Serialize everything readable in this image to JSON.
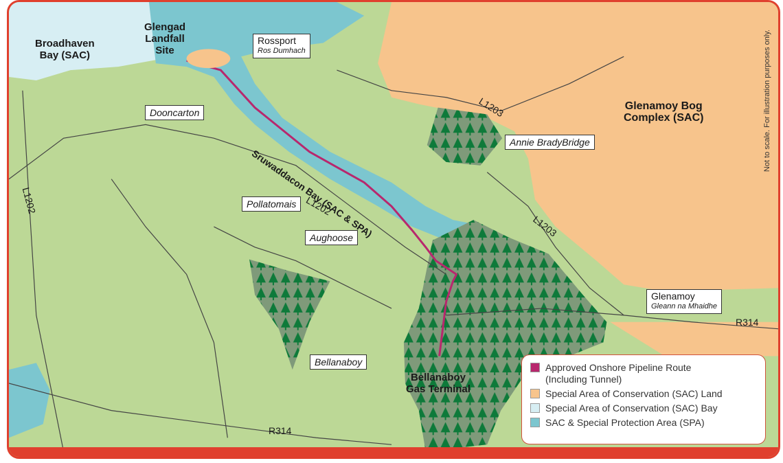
{
  "colors": {
    "land": "#bcd896",
    "sac_land": "#f7c48c",
    "sac_bay": "#d7eef3",
    "sac_spa": "#7cc6cf",
    "forest": "#7f9a7a",
    "tree": "#0e7a3a",
    "pipeline": "#b8276d",
    "frame": "#e0402e"
  },
  "labels": {
    "broadhaven": "Broadhaven\nBay (SAC)",
    "glengad": "Glengad\nLandfall\nSite",
    "rossport_en": "Rossport",
    "rossport_ga": "Ros Dumhach",
    "dooncarton": "Dooncarton",
    "sruwaddacon": "Sruwaddacon Bay (SAC & SPA)",
    "glenamoy_bog": "Glenamoy Bog\nComplex (SAC)",
    "annie_brady": "Annie BradyBridge",
    "pollatomais": "Pollatomais",
    "aughoose": "Aughoose",
    "bellanaboy": "Bellanaboy",
    "terminal": "Bellanaboy\nGas Terminal",
    "glenamoy_en": "Glenamoy",
    "glenamoy_ga": "Gleann na Mhaidhe"
  },
  "roads": {
    "l1202_a": "L1202",
    "l1202_b": "L1202",
    "l1203_a": "L1203",
    "l1203_b": "L1203",
    "r314_a": "R314",
    "r314_b": "R314"
  },
  "note": "Not to scale. For illustration purposes only.",
  "legend": {
    "items": [
      {
        "label": "Approved Onshore Pipeline Route\n(Including Tunnel)",
        "color": "#b8276d"
      },
      {
        "label": "Special Area of Conservation (SAC) Land",
        "color": "#f7c48c"
      },
      {
        "label": "Special Area of Conservation (SAC) Bay",
        "color": "#d7eef3"
      },
      {
        "label": "SAC & Special Protection Area (SPA)",
        "color": "#7cc6cf"
      }
    ]
  }
}
